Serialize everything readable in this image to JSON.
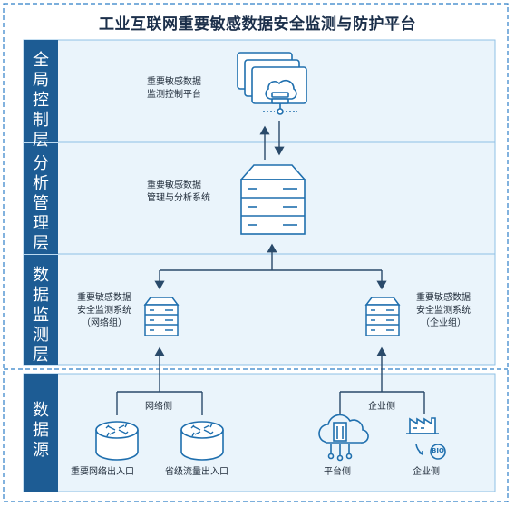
{
  "title": "工业互联网重要敏感数据安全监测与防护平台",
  "layers": [
    {
      "id": "global",
      "label": "全局控制层"
    },
    {
      "id": "analysis",
      "label": "分析管理层"
    },
    {
      "id": "monitor",
      "label": "数据监测层"
    },
    {
      "id": "source",
      "label": "数据源"
    }
  ],
  "nodes": {
    "control_platform": {
      "line1": "重要敏感数据",
      "line2": "监测控制平台"
    },
    "analysis_system": {
      "line1": "重要敏感数据",
      "line2": "管理与分析系统"
    },
    "monitor_network": {
      "line1": "重要敏感数据",
      "line2": "安全监测系统",
      "line3": "（网络组）"
    },
    "monitor_enterprise": {
      "line1": "重要敏感数据",
      "line2": "安全监测系统",
      "line3": "（企业组）"
    }
  },
  "sources": {
    "network_side_label": "网络侧",
    "enterprise_side_label": "企业侧",
    "router1_label": "重要网络出入口",
    "router2_label": "省级流量出入口",
    "platform_label": "平台侧",
    "enterprise_label": "企业侧",
    "bio_text": "BIO"
  },
  "colors": {
    "layer_fill": "#eaf4fb",
    "sidebar": "#1d5c94",
    "border": "#8fc0e6",
    "dashed": "#2f7fc7",
    "icon": "#1f6fae",
    "arrow": "#2a4a6a"
  }
}
